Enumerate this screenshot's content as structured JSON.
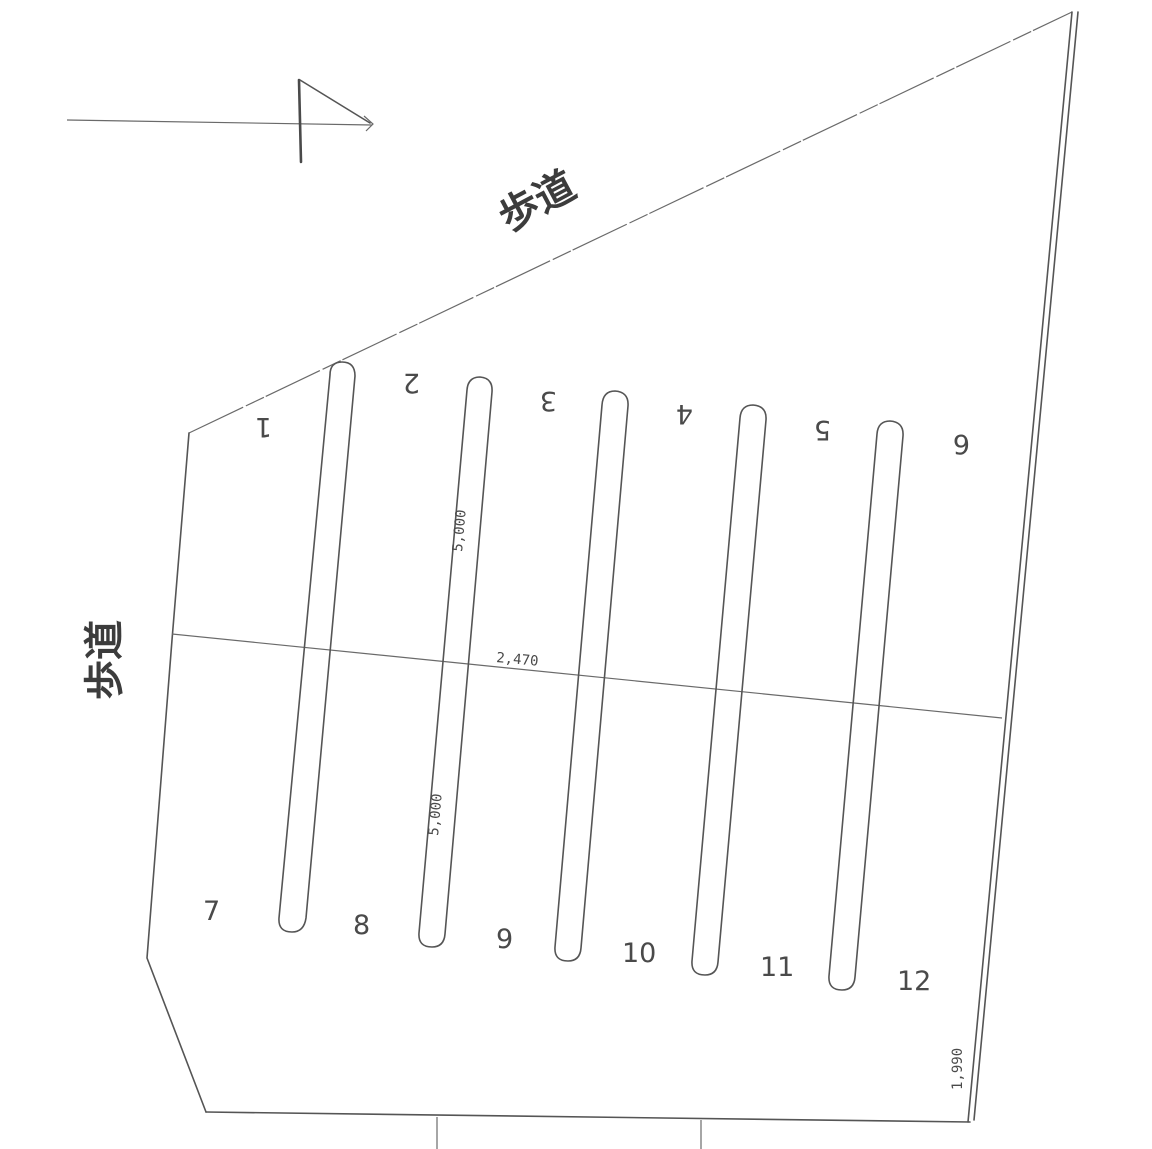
{
  "diagram": {
    "type": "parking-lot-layout-sketch",
    "colors": {
      "line": "#555555",
      "text": "#4a4a4a",
      "background": "#ffffff"
    },
    "north_arrow": {
      "icon": "north-arrow-icon"
    },
    "sidewalks": [
      {
        "id": "top",
        "label": "歩道"
      },
      {
        "id": "left",
        "label": "歩道"
      }
    ],
    "dimensions": {
      "slot_length_upper": "5,000",
      "slot_length_lower": "5,000",
      "slot_width": "2,470",
      "bottom_margin": "1,990"
    },
    "slots_top_row": [
      "1",
      "2",
      "3",
      "4",
      "5",
      "6"
    ],
    "slots_bottom_row": [
      "7",
      "8",
      "9",
      "10",
      "11",
      "12"
    ]
  }
}
